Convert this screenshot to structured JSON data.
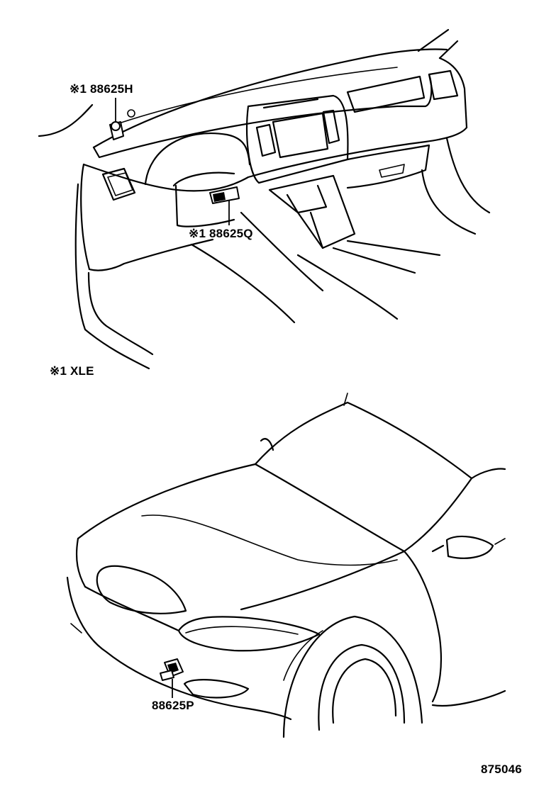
{
  "callouts": {
    "sensor_h": "※1 88625H",
    "sensor_q": "※1 88625Q",
    "sensor_p": "88625P"
  },
  "legend": {
    "note": "※1 XLE"
  },
  "figure_number": "875046"
}
